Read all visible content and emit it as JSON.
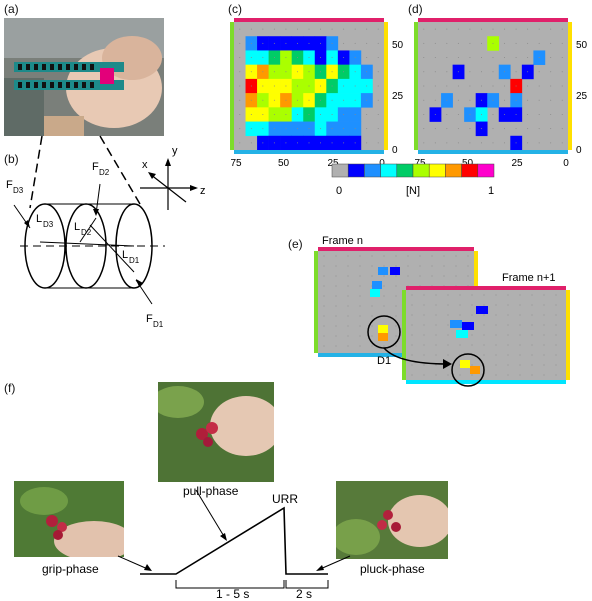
{
  "panels": {
    "a": "(a)",
    "b": "(b)",
    "c": "(c)",
    "d": "(d)",
    "e": "(e)",
    "f": "(f)"
  },
  "diagram_b": {
    "forces": [
      "F",
      "F",
      "F"
    ],
    "force_subs": [
      "D3",
      "D2",
      "D1"
    ],
    "lengths": [
      "L",
      "L",
      "L"
    ],
    "length_subs": [
      "D3",
      "D2",
      "D1"
    ],
    "axes": {
      "x": "x",
      "y": "y",
      "z": "z"
    }
  },
  "heatmaps": {
    "x_ticks": [
      "75",
      "50",
      "25",
      "0"
    ],
    "y_ticks": [
      "50",
      "25",
      "0"
    ],
    "colorbar": {
      "min": "0",
      "unit": "[N]",
      "max": "1",
      "colors": [
        "#b0b0b0",
        "#0000ff",
        "#1e90ff",
        "#00ffff",
        "#00cc66",
        "#aaff00",
        "#ffff00",
        "#ff9900",
        "#ff0000",
        "#ff00cc"
      ]
    }
  },
  "tracking": {
    "frame_n": "Frame n",
    "frame_n1": "Frame n+1",
    "marker": "D1"
  },
  "phases": {
    "grip": "grip-phase",
    "pull": "pull-phase",
    "urr": "URR",
    "pluck": "pluck-phase",
    "dur1": "1 - 5 s",
    "dur2": "2 s"
  }
}
